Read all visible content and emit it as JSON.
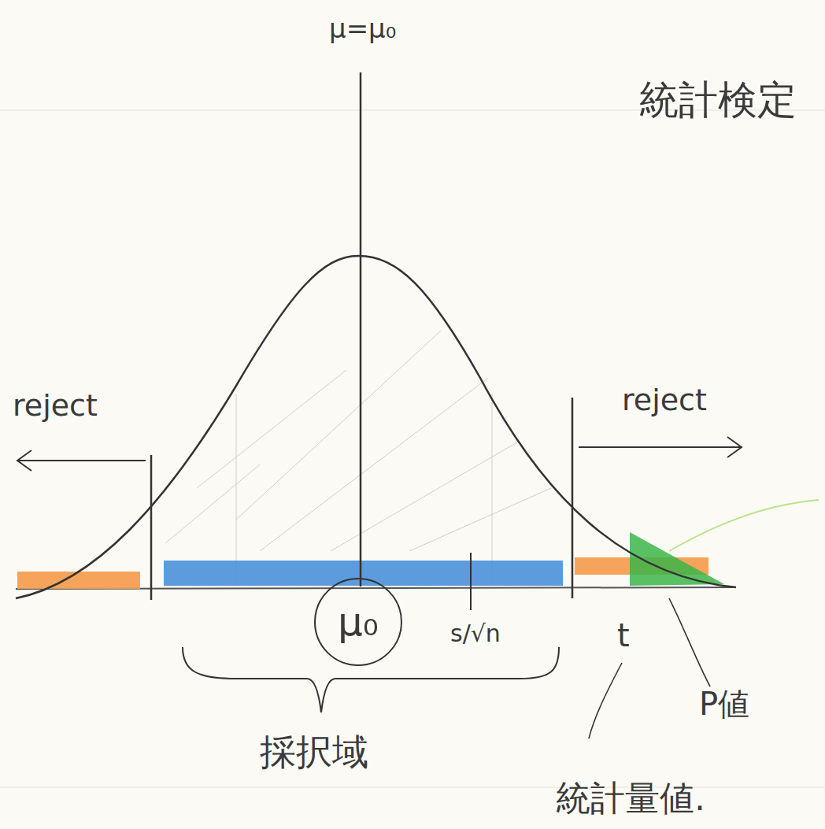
{
  "diagram": {
    "title": "統計検定",
    "nodes": [
      {
        "text": [
          "μ₀"
        ]
      }
    ],
    "labels": [
      "μ=μ₀",
      "reject",
      "reject",
      "s/√n",
      "t",
      "採択域",
      "P値",
      "統計量値."
    ]
  }
}
